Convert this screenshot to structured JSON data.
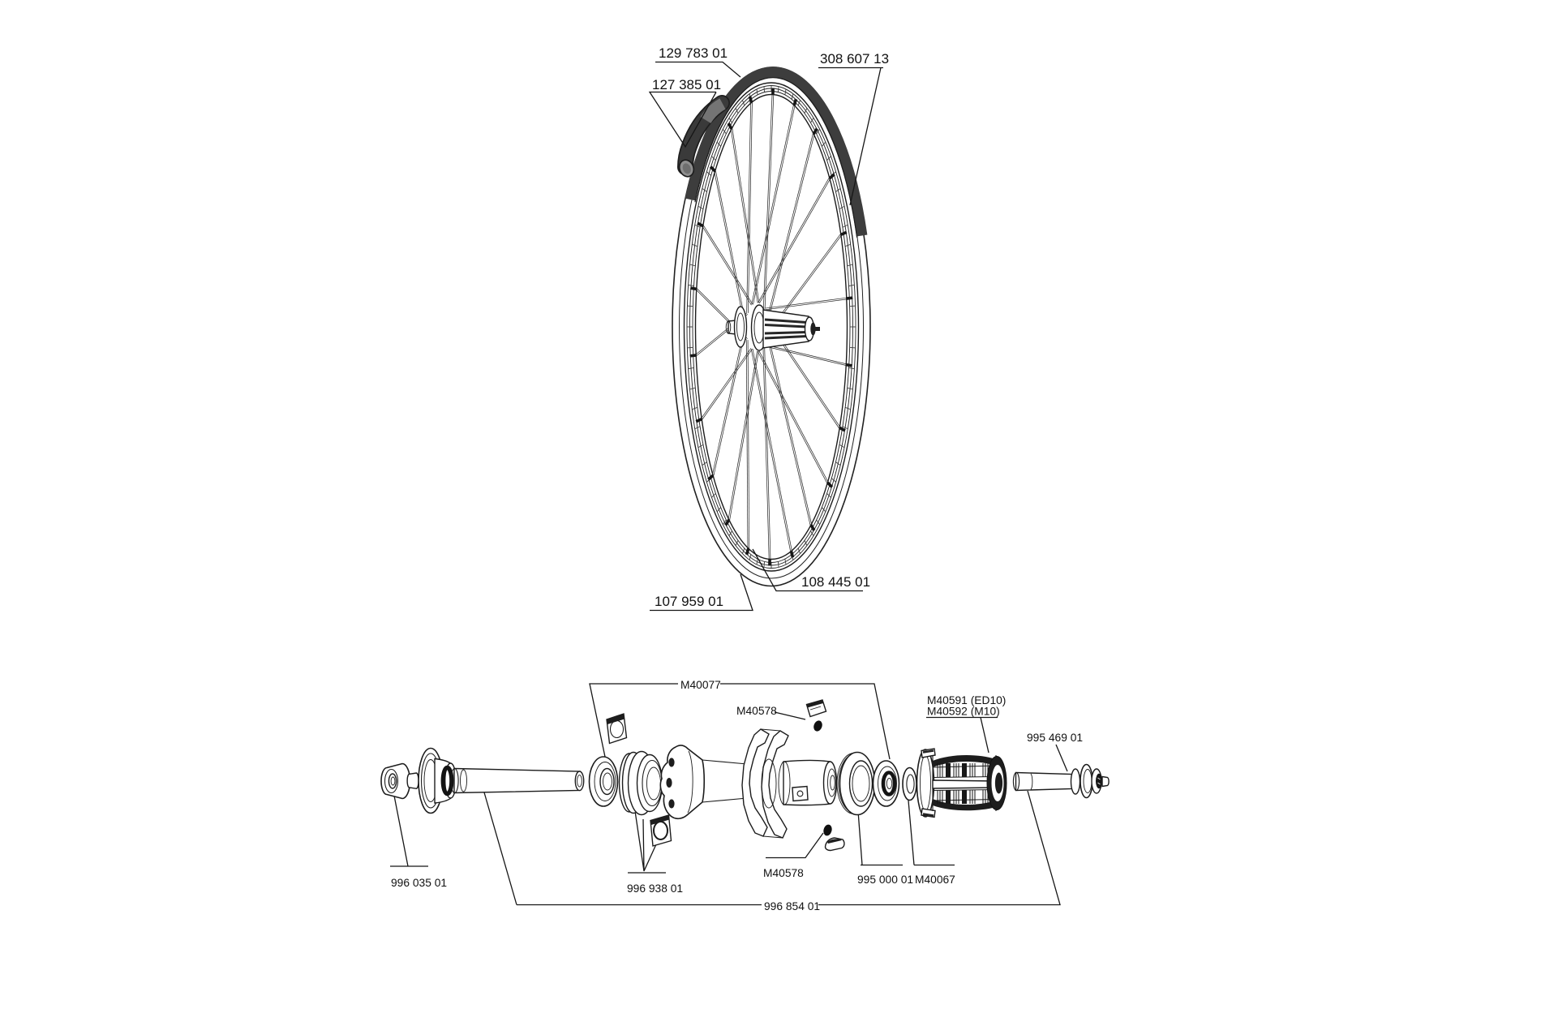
{
  "labels": {
    "tire": "129 783 01",
    "inner_tube": "127 385 01",
    "rim": "308 607 13",
    "spoke": "108 445 01",
    "rim_strip": "107 959 01",
    "bearings_kit": "M40077",
    "clip_upper": "M40578",
    "clip_lower": "M40578",
    "freehub_ed10": "M40591 (ED10)",
    "freehub_m10": "M40592 (M10)",
    "axle_end": "995 469 01",
    "end_cap": "996 035 01",
    "preload_kit": "996 938 01",
    "seal": "995 000 01",
    "washer": "M40067",
    "axle_kit": "996 854 01"
  },
  "colors": {
    "background": "#ffffff",
    "line": "#1c1c1c",
    "tire": "#3d3d3d",
    "tube": "#3a3a3a",
    "tube_gray": "#747474",
    "tube_end": "#8f8f8f",
    "text": "#111111"
  }
}
